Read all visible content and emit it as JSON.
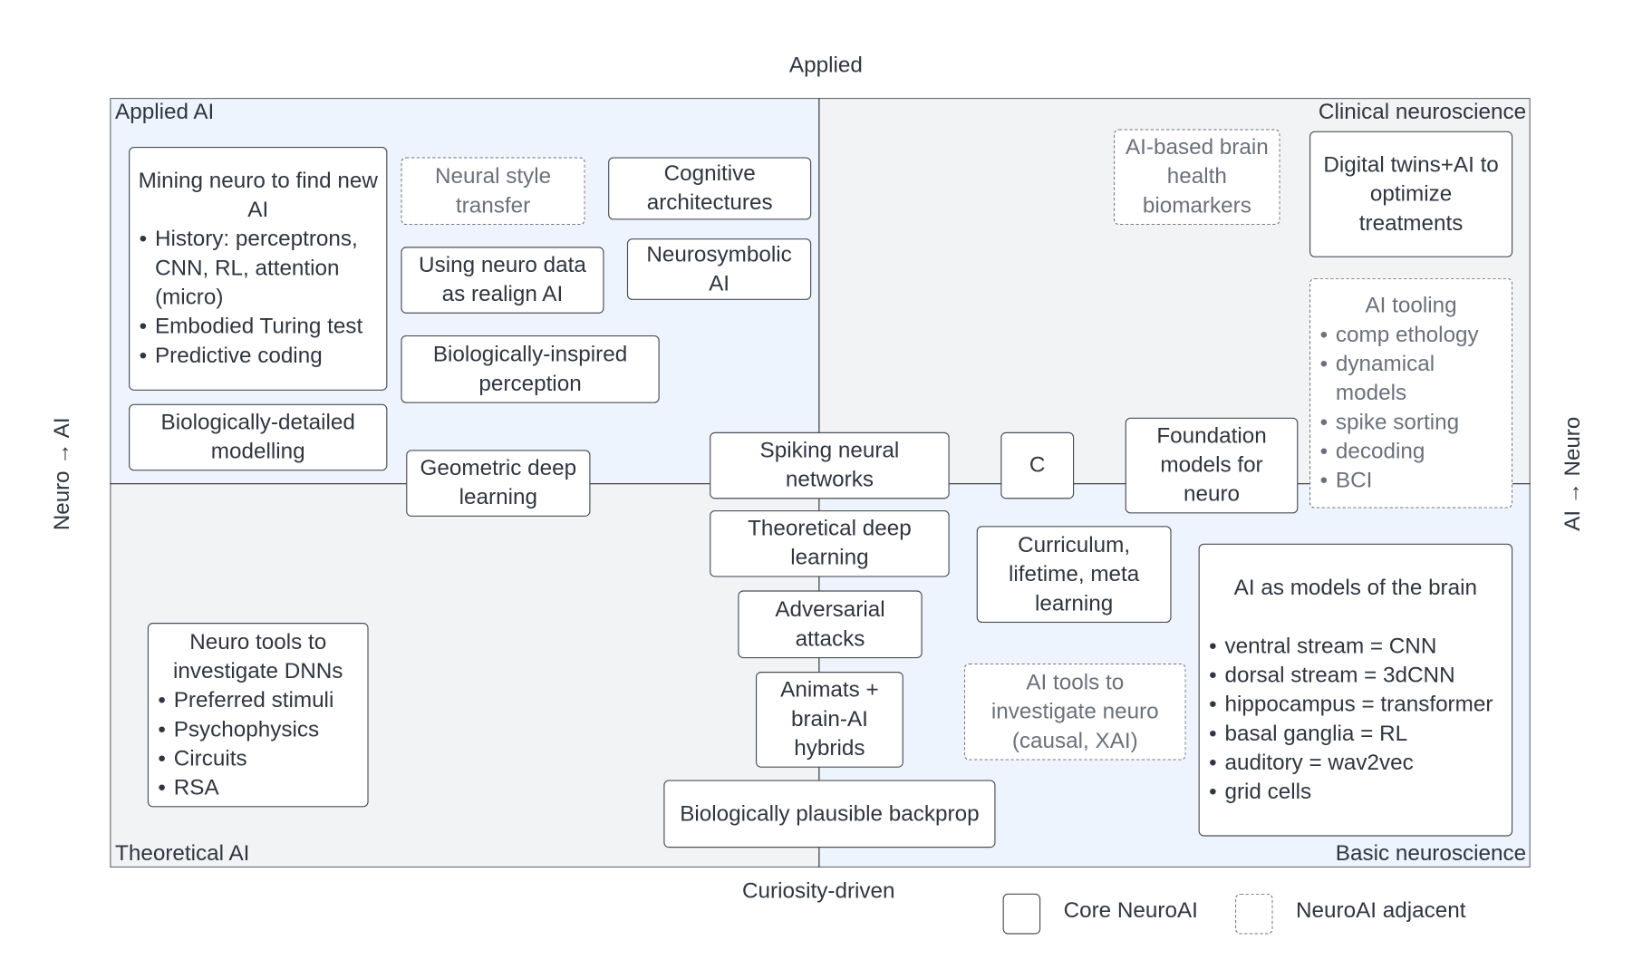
{
  "axes": {
    "top": "Applied",
    "bottom": "Curiosity-driven",
    "left": "Neuro → AI",
    "right": "AI → Neuro"
  },
  "quadrants": {
    "top_left": {
      "label": "Applied AI",
      "color": "#eef4fd"
    },
    "top_right": {
      "label": "Clinical neuroscience",
      "color": "#f2f3f5"
    },
    "bottom_left": {
      "label": "Theoretical AI",
      "color": "#f2f3f5"
    },
    "bottom_right": {
      "label": "Basic neuroscience",
      "color": "#eef4fd"
    }
  },
  "boxes": [
    {
      "id": "mining-neuro",
      "title": "Mining neuro to find new AI",
      "bullets": [
        "History: perceptrons, CNN, RL, attention (micro)",
        "Embodied Turing test",
        "Predictive coding"
      ],
      "style": "core"
    },
    {
      "id": "neural-style-transfer",
      "title": "Neural style transfer",
      "style": "adjacent"
    },
    {
      "id": "cognitive-architectures",
      "title": "Cognitive architectures",
      "style": "core"
    },
    {
      "id": "using-neuro-data",
      "title": "Using neuro data as realign AI",
      "style": "core"
    },
    {
      "id": "neurosymbolic-ai",
      "title": "Neurosymbolic AI",
      "style": "core"
    },
    {
      "id": "bio-inspired-perception",
      "title": "Biologically-inspired perception",
      "style": "core"
    },
    {
      "id": "bio-detailed-modelling",
      "title": "Biologically-detailed modelling",
      "style": "core"
    },
    {
      "id": "geometric-deep-learning",
      "title": "Geometric deep learning",
      "style": "core"
    },
    {
      "id": "spiking-neural-networks",
      "title": "Spiking neural networks",
      "style": "core"
    },
    {
      "id": "c",
      "title": "C",
      "style": "core"
    },
    {
      "id": "foundation-models",
      "title": "Foundation models for neuro",
      "style": "core"
    },
    {
      "id": "ai-tooling",
      "title": "AI tooling",
      "bullets": [
        "comp ethology",
        "dynamical models",
        "spike sorting",
        "decoding",
        "BCI"
      ],
      "style": "adjacent"
    },
    {
      "id": "brain-health-biomarkers",
      "title": "AI-based brain health biomarkers",
      "style": "adjacent"
    },
    {
      "id": "digital-twins",
      "title": "Digital twins+AI to optimize treatments",
      "style": "core"
    },
    {
      "id": "theoretical-deep-learning",
      "title": "Theoretical deep learning",
      "style": "core"
    },
    {
      "id": "curriculum-learning",
      "title": "Curriculum, lifetime, meta learning",
      "style": "core"
    },
    {
      "id": "ai-models-of-brain",
      "title": "AI as models of the brain",
      "bullets": [
        "ventral stream = CNN",
        "dorsal stream = 3dCNN",
        "hippocampus = transformer",
        "basal ganglia = RL",
        "auditory = wav2vec",
        "grid cells"
      ],
      "style": "core"
    },
    {
      "id": "adversarial-attacks",
      "title": "Adversarial attacks",
      "style": "core"
    },
    {
      "id": "ai-tools-investigate-neuro",
      "title": "AI tools to investigate neuro (causal, XAI)",
      "style": "adjacent"
    },
    {
      "id": "animats",
      "title": "Animats + brain-AI hybrids",
      "style": "core"
    },
    {
      "id": "bio-plausible-backprop",
      "title": "Biologically plausible backprop",
      "style": "core"
    },
    {
      "id": "neuro-tools-dnns",
      "title": "Neuro tools to investigate DNNs",
      "bullets": [
        "Preferred stimuli",
        "Psychophysics",
        "Circuits",
        "RSA"
      ],
      "style": "core"
    }
  ],
  "legend": {
    "core": "Core NeuroAI",
    "adjacent": "NeuroAI adjacent"
  }
}
